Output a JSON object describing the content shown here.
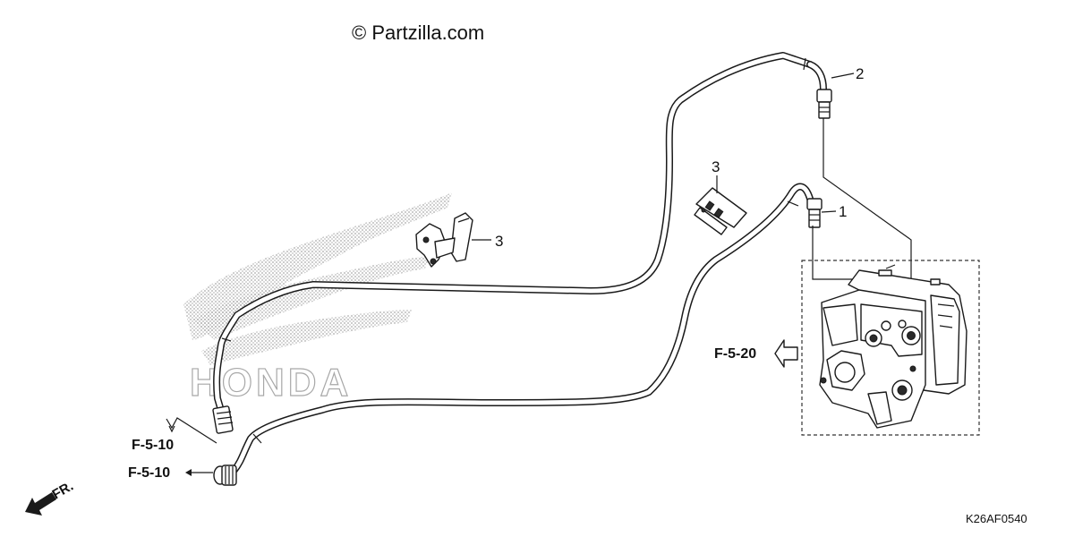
{
  "copyright": "© Partzilla.com",
  "watermark_text": "HONDA",
  "callouts": [
    {
      "id": "callout-1",
      "label": "1"
    },
    {
      "id": "callout-2",
      "label": "2"
    },
    {
      "id": "callout-3a",
      "label": "3"
    },
    {
      "id": "callout-3b",
      "label": "3"
    }
  ],
  "references": {
    "ref_top": "F-5-10",
    "ref_bottom": "F-5-10",
    "ref_right": "F-5-20",
    "front": "FR."
  },
  "diagram_code": "K26AF0540"
}
